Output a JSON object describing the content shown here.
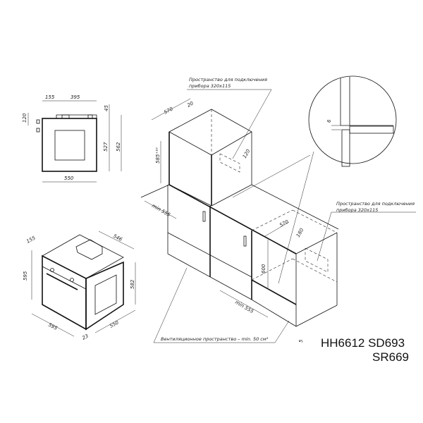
{
  "front_view": {
    "dims": {
      "top_left": "155",
      "top_right": "395",
      "right_top": "45",
      "height_inner": "527",
      "height_total": "562",
      "left_small": "120",
      "width": "550"
    }
  },
  "iso_oven": {
    "dims": {
      "corner": "155",
      "depth_top": "546",
      "height_left": "595",
      "height_right": "582",
      "width": "595",
      "depth": "550",
      "door": "23"
    }
  },
  "installation": {
    "note_top": [
      "Пространство для подключения",
      "прибора 320x115"
    ],
    "note_right": [
      "Пространство для подключения",
      "прибора 320x115"
    ],
    "note_vent": "Вентиляционное пространство – min. 50 см³",
    "dims": {
      "upper_depth": "570",
      "upper_gap": "20",
      "upper_height": "585⁺¹⁰",
      "upper_socket": "120",
      "min_width_left": "min 555",
      "min_width_right": "min 555",
      "lower_depth": "570",
      "lower_socket": "180",
      "lower_height": "600",
      "bottom_gap": "5",
      "detail_gap": "6"
    }
  },
  "models": {
    "line1": "HH6612 SD693",
    "line2": "SR669"
  }
}
